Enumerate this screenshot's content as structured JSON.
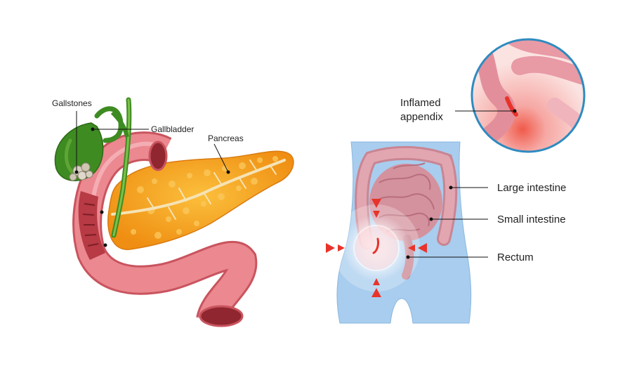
{
  "left_diagram": {
    "labels": {
      "gallstones": "Gallstones",
      "gallbladder": "Gallbladder",
      "pancreas": "Pancreas"
    }
  },
  "right_diagram": {
    "labels": {
      "inflamed_line1": "Inflamed",
      "inflamed_line2": "appendix",
      "large_intestine": "Large intestine",
      "small_intestine": "Small intestine",
      "rectum": "Rectum"
    }
  },
  "colors": {
    "pancreas": "#f7a21b",
    "duodenum": "#e8727a",
    "gallbladder": "#3e8b22",
    "body": "#a8cdee",
    "intestine": "#d99aa6",
    "inflammation": "#e8332a",
    "zoom_ring": "#2e8bc0"
  }
}
